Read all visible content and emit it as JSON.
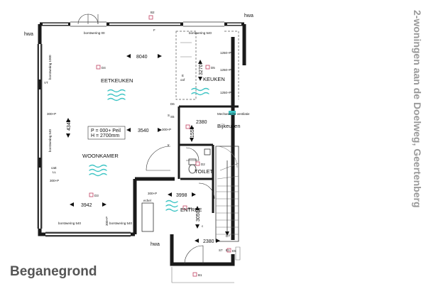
{
  "floor_title": "Beganegrond",
  "project_name": "2-woningen aan de Doelweg, Geertenberg",
  "rooms": {
    "eetkeuken": "EETKEUKEN",
    "keuken": "KEUKEN",
    "woonkamer": "WOONKAMER",
    "bijkeuken": "Bijkeuken",
    "toilet": "TOILET",
    "entree": "ENTREE"
  },
  "dimensions": {
    "d8040": "8040",
    "d3540": "3540",
    "d4340": "4340",
    "d3942": "3942",
    "d2380a": "2380",
    "d1550": "1550",
    "d3998": "3998",
    "d3050": "3050",
    "d2380b": "2380",
    "d3270": "3270"
  },
  "peil": {
    "line1": "P = 000+ Peil",
    "line2": "H = 2700mm"
  },
  "labels": {
    "hwa_top": "hwa",
    "hwa_left": "hwa",
    "hwa_bottom": "hwa",
    "borstwering_top1": "borstwering 00",
    "borstwering_top2": "borstwering 540",
    "borstwering_left1": "borstwering 1000",
    "borstwering_left2": "borstwering 540",
    "borstwering_bot1": "borstwering 540",
    "borstwering_bot2": "borstwering 540",
    "socket_300p_1": "300+P",
    "socket_300p_2": "300+P",
    "socket_300p_3": "300+P",
    "socket_300p_4": "300+P",
    "socket_300p_5": "300+P",
    "socket_1250p_1": "1250+P",
    "socket_1250p_2": "1250+P",
    "socket_1250p_3": "1250+P",
    "vent_text": "Mechanische ventilatie",
    "e_code": "E",
    "f_code": "F",
    "s_code": "S",
    "cai_code": "caE",
    "ll_code": "LL",
    "meter_code": "echel",
    "tr_code": "tr",
    "c_code": "c",
    "ox_code": "oof",
    "vt_code": "VT",
    "codes": {
      "b1": "B1",
      "b2": "B2",
      "d1": "D1",
      "d2": "D2",
      "d3": "D3",
      "d4": "D4",
      "d5": "D5",
      "d6": "D6",
      "d7": "D7",
      "e1": "E1",
      "e5": "E5",
      "s5": "S5",
      "s7": "S7"
    }
  },
  "colors": {
    "wall": "#1a1a1a",
    "heating": "#3cc4c4",
    "fixture": "#c04060",
    "title": "#555555",
    "project": "#9a9a9a"
  }
}
